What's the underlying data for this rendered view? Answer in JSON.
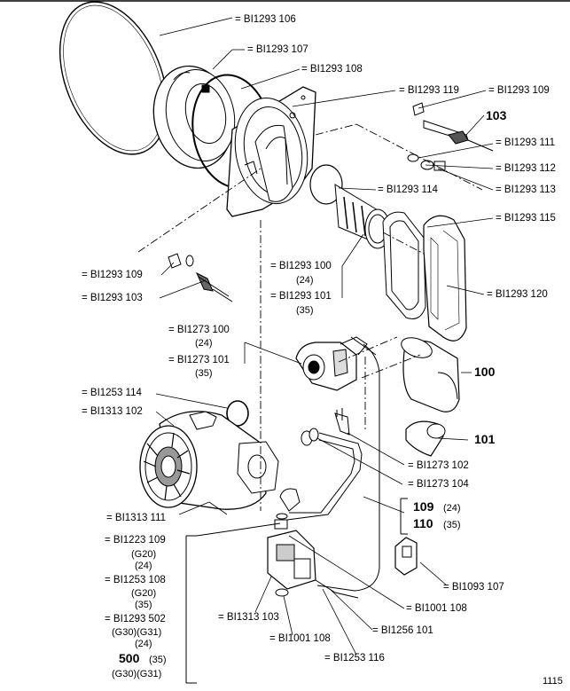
{
  "labels": {
    "l106": "= BI1293 106",
    "l107": "= BI1293 107",
    "l108": "= BI1293 108",
    "l119": "= BI1293 119",
    "l109a": "= BI1293 109",
    "n103": "103",
    "l111": "= BI1293 111",
    "l112": "= BI1293 112",
    "l113": "= BI1293 113",
    "l114": "= BI1293 114",
    "l115": "= BI1293 115",
    "l120": "= BI1293 120",
    "l109b": "= BI1293 109",
    "l103b": "= BI1293 103",
    "l100": "= BI1293 100",
    "l100s": "(24)",
    "l101": "= BI1293 101",
    "l101s": "(35)",
    "f100": "= BI1273 100",
    "f100s": "(24)",
    "f101": "= BI1273 101",
    "f101s": "(35)",
    "n100": "100",
    "n101": "101",
    "l1253114": "= BI1253 114",
    "l1313102": "= BI1313 102",
    "l1273102": "= BI1273 102",
    "l1273104": "= BI1273 104",
    "n109": "109",
    "n109s": "(24)",
    "n110": "110",
    "n110s": "(35)",
    "l1313111": "= BI1313 111",
    "v1223109": "= BI1223 109",
    "v1223109a": "(G20)",
    "v1223109b": "(24)",
    "v1253108": "= BI1253 108",
    "v1253108a": "(G20)",
    "v1253108b": "(35)",
    "v1293502": "= BI1293 502",
    "v1293502a": "(G30)(G31)",
    "v1293502b": "(24)",
    "n500": "500",
    "n500a": "(35)",
    "n500b": "(G30)(G31)",
    "l1093107": "= BI1093 107",
    "l1313103": "= BI1313 103",
    "l1001108a": "= BI1001 108",
    "l1001108b": "= BI1001 108",
    "l1256101": "= BI1256 101",
    "l1253116": "= BI1253 116",
    "page_code": "1115"
  }
}
